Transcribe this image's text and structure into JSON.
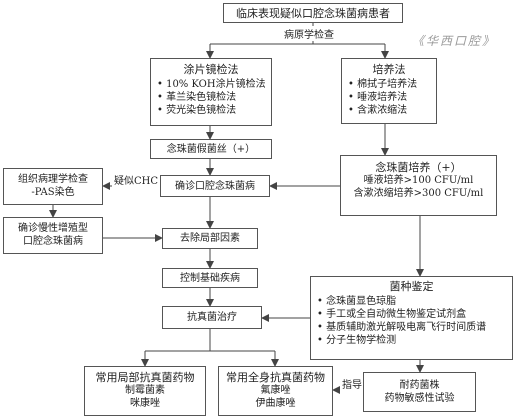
{
  "watermark": "《华西口腔》",
  "nodes": {
    "start": "临床表现疑似口腔念珠菌病患者",
    "pathogen_check": "病原学检查",
    "smear": {
      "title": "涂片镜检法",
      "items": [
        "10% KOH涂片镜检法",
        "革兰染色镜检法",
        "荧光染色镜检法"
      ]
    },
    "culture": {
      "title": "培养法",
      "items": [
        "棉拭子培养法",
        "唾液培养法",
        "含漱浓缩法"
      ]
    },
    "hyphae": "念珠菌假菌丝（+）",
    "culture_pos": {
      "title": "念珠菌培养（+）",
      "items": [
        "唾液培养>100 CFU/ml",
        "含漱浓缩培养>300 CFU/ml"
      ]
    },
    "histo": {
      "line1": "组织病理学检查",
      "line2": "-PAS染色"
    },
    "suspect_chc": "疑似CHC",
    "diagnose_oc": "确诊口腔念珠菌病",
    "diagnose_chc": {
      "line1": "确诊慢性增殖型",
      "line2": "口腔念珠菌病"
    },
    "remove_local": "去除局部因素",
    "control_disease": "控制基础疾病",
    "antifungal": "抗真菌治疗",
    "identification": {
      "title": "菌种鉴定",
      "items": [
        "念珠菌显色琼脂",
        "手工或全自动微生物鉴定试剂盒",
        "基质辅助激光解吸电离飞行时间质谱",
        "分子生物学检测"
      ]
    },
    "local_drugs": {
      "title": "常用局部抗真菌药物",
      "items": [
        "制霉菌素",
        "咪康唑"
      ]
    },
    "systemic_drugs": {
      "title": "常用全身抗真菌药物",
      "items": [
        "氟康唑",
        "伊曲康唑"
      ]
    },
    "guide": "指导",
    "resistant": {
      "line1": "耐药菌株",
      "line2": "药物敏感性试验"
    }
  }
}
